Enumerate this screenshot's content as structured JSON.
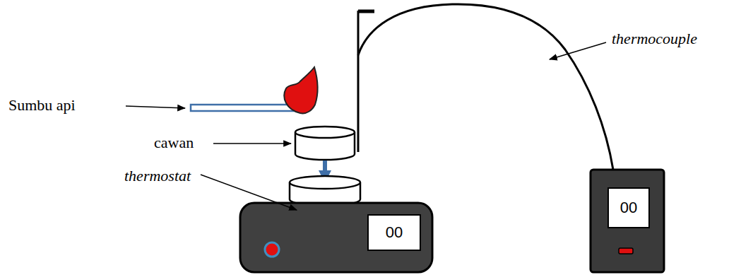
{
  "diagram": {
    "nodes": [
      {
        "text": [
          "00"
        ]
      },
      {
        "text": [
          "00"
        ]
      }
    ],
    "edges": [],
    "labels": [
      "Sumbu api",
      "cawan",
      "thermostat",
      "thermocouple"
    ]
  }
}
